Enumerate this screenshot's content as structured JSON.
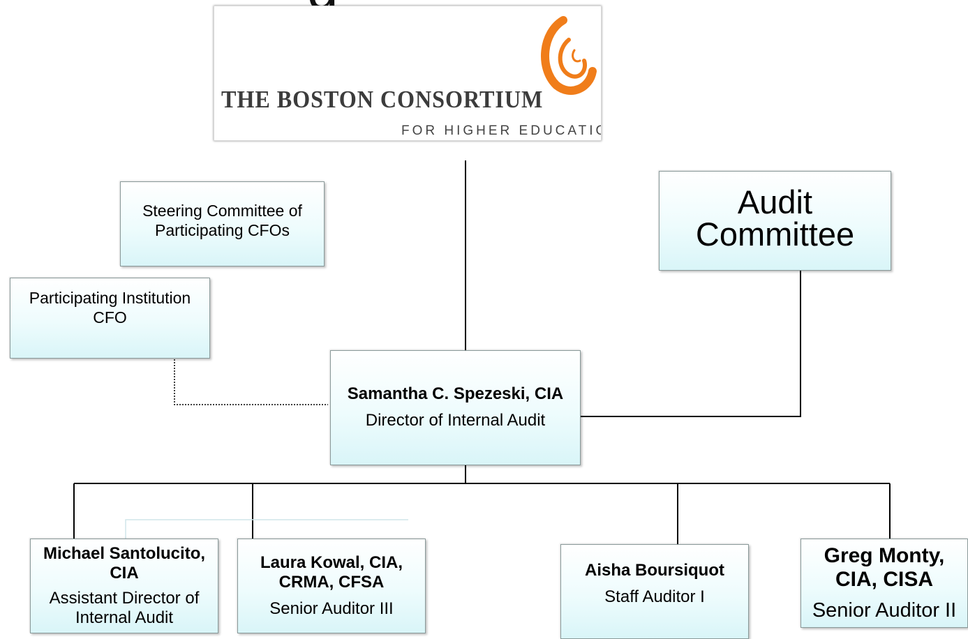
{
  "heading_fragment": "g",
  "logo": {
    "name": "THE BOSTON CONSORTIUM",
    "subtitle": "FOR HIGHER EDUCATION"
  },
  "steering_committee": {
    "label": "Steering Committee of Participating CFOs"
  },
  "institution_cfo": {
    "label": "Participating Institution CFO"
  },
  "audit_committee": {
    "label": "Audit Committee"
  },
  "director": {
    "name": "Samantha C. Spezeski, CIA",
    "title": "Director of Internal Audit"
  },
  "staff": [
    {
      "name": "Michael Santolucito, CIA",
      "title": "Assistant Director of Internal Audit"
    },
    {
      "name": "Laura Kowal, CIA, CRMA, CFSA",
      "title": "Senior Auditor III"
    },
    {
      "name": "Aisha Boursiquot",
      "title": "Staff Auditor I"
    },
    {
      "name": "Greg Monty, CIA, CISA",
      "title": "Senior Auditor II"
    }
  ],
  "colors": {
    "box_fill_top": "#ffffff",
    "box_fill_bottom": "#d9f5f8",
    "logo_swirl": "#f07d1a",
    "connector": "#000000"
  }
}
